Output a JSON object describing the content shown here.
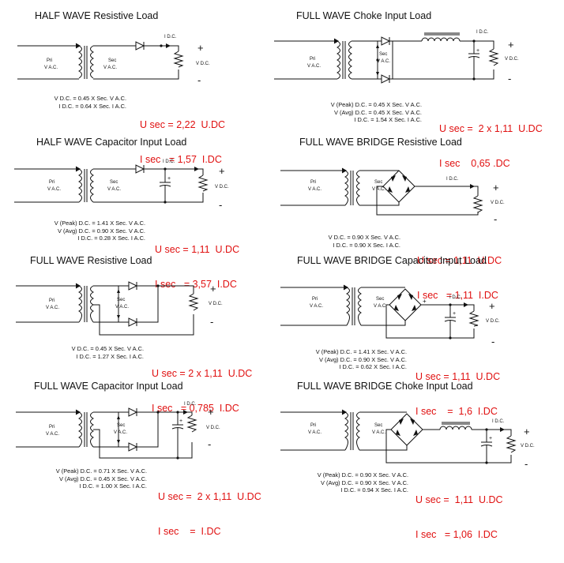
{
  "common": {
    "pri_top": "Pri",
    "pri_bot": "V A.C.",
    "sec_top": "Sec",
    "sec_bot": "V A.C.",
    "idc": "I D.C.",
    "vdc": "V D.C.",
    "plus": "+",
    "minus": "-"
  },
  "panels": [
    {
      "title": "HALF WAVE Resistive Load",
      "formulas": [
        "V D.C. = 0.45 X Sec. V A.C.",
        "I D.C. = 0.64 X Sec. I A.C."
      ],
      "red": [
        "U sec = 2,22  U.DC",
        "I sec   = 1,57  I.DC"
      ]
    },
    {
      "title": "FULL WAVE Choke Input Load",
      "formulas": [
        "V (Peak) D.C. = 0.45 X Sec. V A.C.",
        "V (Avg) D.C. = 0.45 X Sec. V A.C.",
        "I D.C. = 1.54 X Sec. I A.C."
      ],
      "red": [
        "U sec =  2 x 1,11  U.DC",
        "I sec    0,65 .DC"
      ]
    },
    {
      "title": "HALF WAVE Capacitor Input Load",
      "formulas": [
        "V (Peak) D.C. = 1.41 X Sec. V A.C.",
        "V (Avg) D.C. = 0.90 X Sec. V A.C.",
        "I D.C. = 0.28 X Sec. I A.C."
      ],
      "red": [
        "U sec = 1,11  U.DC",
        "I sec   = 3,57  I.DC"
      ]
    },
    {
      "title": "FULL WAVE BRIDGE Resistive Load",
      "formulas": [
        "V D.C. = 0.90 X Sec. V A.C.",
        "I D.C. = 0.90 X Sec. I A.C."
      ],
      "red": [
        "U sec = 1,11  U.DC",
        "I sec   = 1,11  I.DC"
      ]
    },
    {
      "title": "FULL WAVE Resistive Load",
      "formulas": [
        "V D.C. = 0.45 X Sec. V A.C.",
        "I D.C. = 1.27 X Sec. I A.C."
      ],
      "red": [
        "U sec = 2 x 1,11  U.DC",
        "I sec   = 0,785  I.DC"
      ]
    },
    {
      "title": "FULL WAVE BRIDGE Capacitor Input Load",
      "formulas": [
        "V (Peak) D.C. = 1.41 X Sec. V A.C.",
        "V (Avg) D.C. = 0.90 X Sec. V A.C.",
        "I D.C. = 0.62 X Sec. I A.C."
      ],
      "red": [
        "U sec = 1,11  U.DC",
        "I sec    =  1,6  I.DC"
      ]
    },
    {
      "title": "FULL WAVE Capacitor Input Load",
      "formulas": [
        "V (Peak) D.C. = 0.71 X Sec. V A.C.",
        "V (Avg) D.C. = 0.45 X Sec. V A.C.",
        "I D.C. = 1.00 X Sec. I A.C."
      ],
      "red": [
        "U sec =  2 x 1,11  U.DC",
        "I sec    =  I.DC"
      ]
    },
    {
      "title": "FULL WAVE BRIDGE Choke Input Load",
      "formulas": [
        "V (Peak) D.C. = 0.90 X Sec. V A.C.",
        "V (Avg) D.C. = 0.90 X Sec. V A.C.",
        "I D.C. = 0.94 X Sec. I A.C."
      ],
      "red": [
        "U sec =  1,11  U.DC",
        "I sec   = 1,06  I.DC"
      ]
    }
  ]
}
